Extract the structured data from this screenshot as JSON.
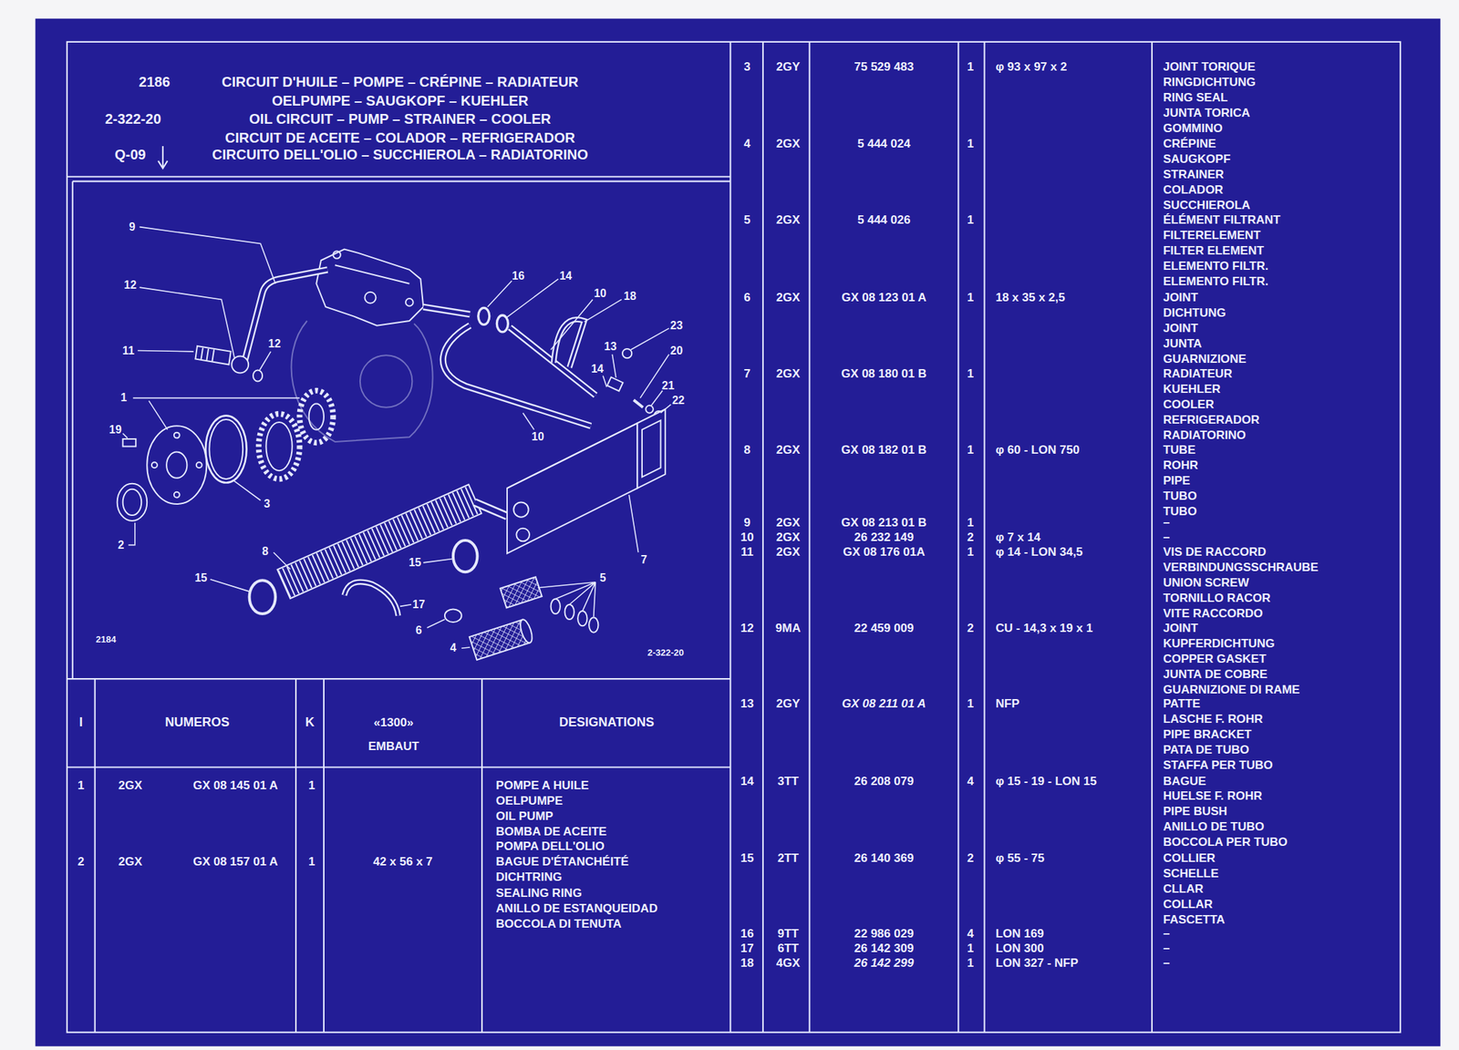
{
  "diagram": {
    "nodes": [
      {
        "text": [
          "2186",
          "CIRCUIT D'HUILE – POMPE – CRÉPINE – RADIATEUR",
          "OELPUMPE – SAUGKOPF – KUEHLER",
          "2-322-20",
          "OIL CIRCUIT – PUMP – STRAINER – COOLER",
          "CIRCUIT DE ACEITE – COLADOR – REFRIGERADOR",
          "Q-09",
          "CIRCUITO DELL'OLIO – SUCCHIEROLA – RADIATORINO"
        ]
      }
    ],
    "labels": [
      "9",
      "12",
      "16",
      "14",
      "10",
      "18",
      "12",
      "11",
      "23",
      "13",
      "20",
      "14",
      "21",
      "22",
      "1",
      "19",
      "10",
      "3",
      "2",
      "8",
      "7",
      "15",
      "15",
      "5",
      "17",
      "6",
      "4",
      "2184",
      "2-322-20",
      "I",
      "NUMEROS",
      "K",
      "«1300»",
      "EMBAUT",
      "DESIGNATIONS",
      "1",
      "2GX",
      "GX 08 145 01 A",
      "1",
      "POMPE A HUILE",
      "OELPUMPE",
      "OIL PUMP",
      "BOMBA DE ACEITE",
      "POMPA DELL'OLIO",
      "2",
      "2GX",
      "GX 08 157 01 A",
      "1",
      "42 x 56 x 7",
      "BAGUE D'ÉTANCHÉITÉ",
      "DICHTRING",
      "SEALING RING",
      "ANILLO DE ESTANQUEIDAD",
      "BOCCOLA DI TENUTA",
      "3",
      "2GY",
      "75 529 483",
      "1",
      "φ 93 x 97 x 2",
      "JOINT TORIQUE",
      "RINGDICHTUNG",
      "RING SEAL",
      "JUNTA TORICA",
      "GOMMINO",
      "4",
      "2GX",
      "5 444 024",
      "1",
      "CRÉPINE",
      "SAUGKOPF",
      "STRAINER",
      "COLADOR",
      "SUCCHIEROLA",
      "5",
      "2GX",
      "5 444 026",
      "1",
      "ÉLÉMENT FILTRANT",
      "FILTERELEMENT",
      "FILTER ELEMENT",
      "ELEMENTO FILTR.",
      "ELEMENTO FILTR.",
      "6",
      "2GX",
      "GX 08 123 01 A",
      "1",
      "18 x 35 x 2,5",
      "JOINT",
      "DICHTUNG",
      "JOINT",
      "JUNTA",
      "GUARNIZIONE",
      "7",
      "2GX",
      "GX 08 180 01 B",
      "1",
      "RADIATEUR",
      "KUEHLER",
      "COOLER",
      "REFRIGERADOR",
      "RADIATORINO",
      "8",
      "2GX",
      "GX 08 182 01 B",
      "1",
      "φ 60 - LON 750",
      "TUBE",
      "ROHR",
      "PIPE",
      "TUBO",
      "TUBO",
      "9",
      "2GX",
      "GX 08 213 01 B",
      "1",
      "–",
      "10",
      "2GX",
      "26 232 149",
      "2",
      "φ 7 x 14",
      "–",
      "11",
      "2GX",
      "GX 08 176 01A",
      "1",
      "φ 14 - LON 34,5",
      "VIS DE RACCORD",
      "VERBINDUNGSSCHRAUBE",
      "UNION SCREW",
      "TORNILLO RACOR",
      "VITE RACCORDO",
      "12",
      "9MA",
      "22 459 009",
      "2",
      "CU - 14,3 x 19 x 1",
      "JOINT",
      "KUPFERDICHTUNG",
      "COPPER GASKET",
      "JUNTA DE COBRE",
      "GUARNIZIONE DI RAME",
      "13",
      "2GY",
      "GX 08 211 01 A",
      "1",
      "NFP",
      "PATTE",
      "LASCHE F. ROHR",
      "PIPE BRACKET",
      "PATA DE TUBO",
      "STAFFA PER TUBO",
      "14",
      "3TT",
      "26 208 079",
      "4",
      "φ 15 - 19 - LON 15",
      "BAGUE",
      "HUELSE F. ROHR",
      "PIPE BUSH",
      "ANILLO DE TUBO",
      "BOCCOLA PER TUBO",
      "15",
      "2TT",
      "26 140 369",
      "2",
      "φ 55 - 75",
      "COLLIER",
      "SCHELLE",
      "CLLAR",
      "COLLAR",
      "FASCETTA",
      "16",
      "9TT",
      "22 986 029",
      "4",
      "LON 169",
      "–",
      "17",
      "6TT",
      "26 142 309",
      "1",
      "LON 300",
      "–",
      "18",
      "4GX",
      "26 142 299",
      "1",
      "LON 327 - NFP",
      "–"
    ]
  }
}
